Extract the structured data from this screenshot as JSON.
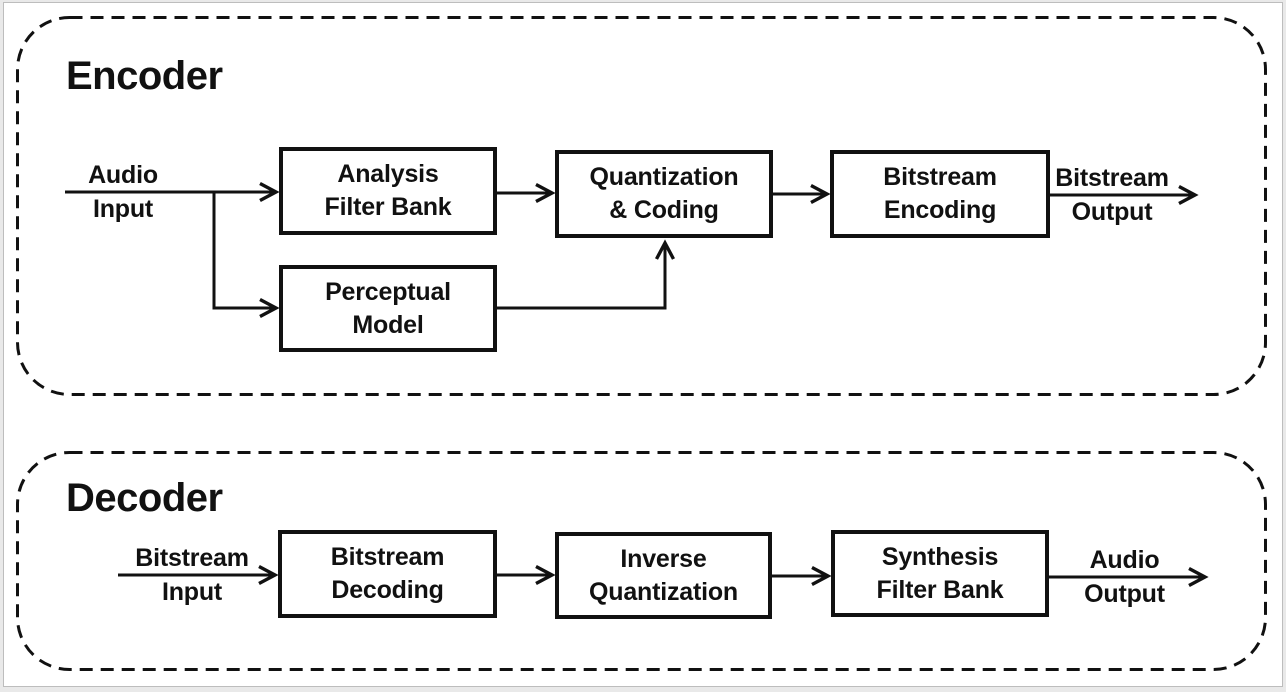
{
  "colors": {
    "ink": "#111111",
    "panel_background": "#ffffff",
    "frame_background": "#e9e9e9"
  },
  "encoder": {
    "title": "Encoder",
    "blocks": [
      {
        "id": "analysis-filter-bank",
        "label": "Analysis\nFilter Bank"
      },
      {
        "id": "quantization-coding",
        "label": "Quantization\n& Coding"
      },
      {
        "id": "bitstream-encoding",
        "label": "Bitstream\nEncoding"
      },
      {
        "id": "perceptual-model",
        "label": "Perceptual\nModel"
      }
    ],
    "input_label": "Audio\nInput",
    "output_label": "Bitstream\nOutput"
  },
  "decoder": {
    "title": "Decoder",
    "blocks": [
      {
        "id": "bitstream-decoding",
        "label": "Bitstream\nDecoding"
      },
      {
        "id": "inverse-quantization",
        "label": "Inverse\nQuantization"
      },
      {
        "id": "synthesis-filter-bank",
        "label": "Synthesis\nFilter Bank"
      }
    ],
    "input_label": "Bitstream\nInput",
    "output_label": "Audio\nOutput"
  }
}
